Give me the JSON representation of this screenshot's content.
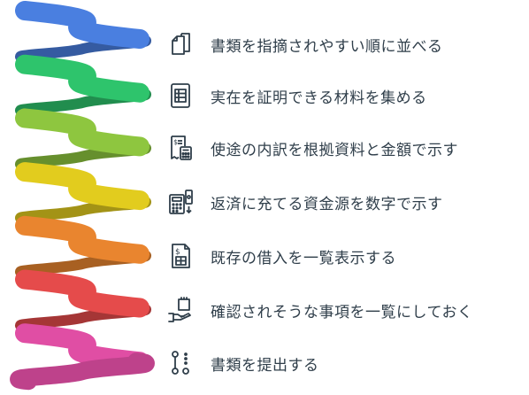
{
  "steps": [
    {
      "label": "書類を指摘されやすい順に並べる",
      "icon": "documents-stack-icon",
      "color": "#4a7fe0"
    },
    {
      "label": "実在を証明できる材料を集める",
      "icon": "ledger-document-icon",
      "color": "#2ec46c"
    },
    {
      "label": "使途の内訳を根拠資料と金額で示す",
      "icon": "receipt-calculator-icon",
      "color": "#8ec63f"
    },
    {
      "label": "返済に充てる資金源を数字で示す",
      "icon": "calculator-cash-icon",
      "color": "#e2cc1e"
    },
    {
      "label": "既存の借入を一覧表示する",
      "icon": "money-spreadsheet-icon",
      "color": "#e9852f"
    },
    {
      "label": "確認されそうな事項を一覧にしておく",
      "icon": "hand-checklist-icon",
      "color": "#e54b4b"
    },
    {
      "label": "書類を提出する",
      "icon": "process-path-icon",
      "color": "#e04ea4"
    }
  ]
}
